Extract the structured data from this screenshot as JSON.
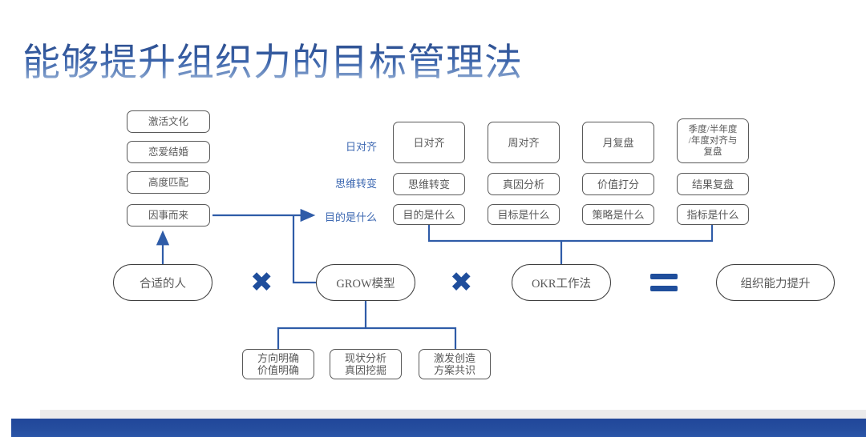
{
  "slide": {
    "title": "能够提升组织力的目标管理法",
    "title_color": "#2f5597",
    "accent_blue": "#1f4e9c",
    "label_blue": "#3d68b2",
    "box_border": "#595959",
    "text_gray": "#595959"
  },
  "left_column": {
    "items": [
      {
        "label": "激活文化"
      },
      {
        "label": "恋爱结婚"
      },
      {
        "label": "高度匹配"
      },
      {
        "label": "因事而来"
      }
    ]
  },
  "row_labels": [
    {
      "label": "日对齐"
    },
    {
      "label": "思维转变"
    },
    {
      "label": "目的是什么"
    }
  ],
  "matrix": {
    "rows": [
      {
        "name": "cadence-row",
        "cells": [
          {
            "label": "日对齐"
          },
          {
            "label": "周对齐"
          },
          {
            "label": "月复盘"
          },
          {
            "label": "季度/半年度\n/年度对齐与\n复盘"
          }
        ]
      },
      {
        "name": "method-row",
        "cells": [
          {
            "label": "思维转变"
          },
          {
            "label": "真因分析"
          },
          {
            "label": "价值打分"
          },
          {
            "label": "结果复盘"
          }
        ]
      },
      {
        "name": "question-row",
        "cells": [
          {
            "label": "目的是什么"
          },
          {
            "label": "目标是什么"
          },
          {
            "label": "策略是什么"
          },
          {
            "label": "指标是什么"
          }
        ]
      }
    ]
  },
  "equation": {
    "terms": [
      {
        "label": "合适的人"
      },
      {
        "label": "GROW模型"
      },
      {
        "label": "OKR工作法"
      },
      {
        "label": "组织能力提升"
      }
    ],
    "operators": {
      "times": "✖",
      "equals": "="
    }
  },
  "grow_outcomes": [
    {
      "label": "方向明确\n价值明确"
    },
    {
      "label": "现状分析\n真因挖掘"
    },
    {
      "label": "激发创造\n方案共识"
    }
  ]
}
